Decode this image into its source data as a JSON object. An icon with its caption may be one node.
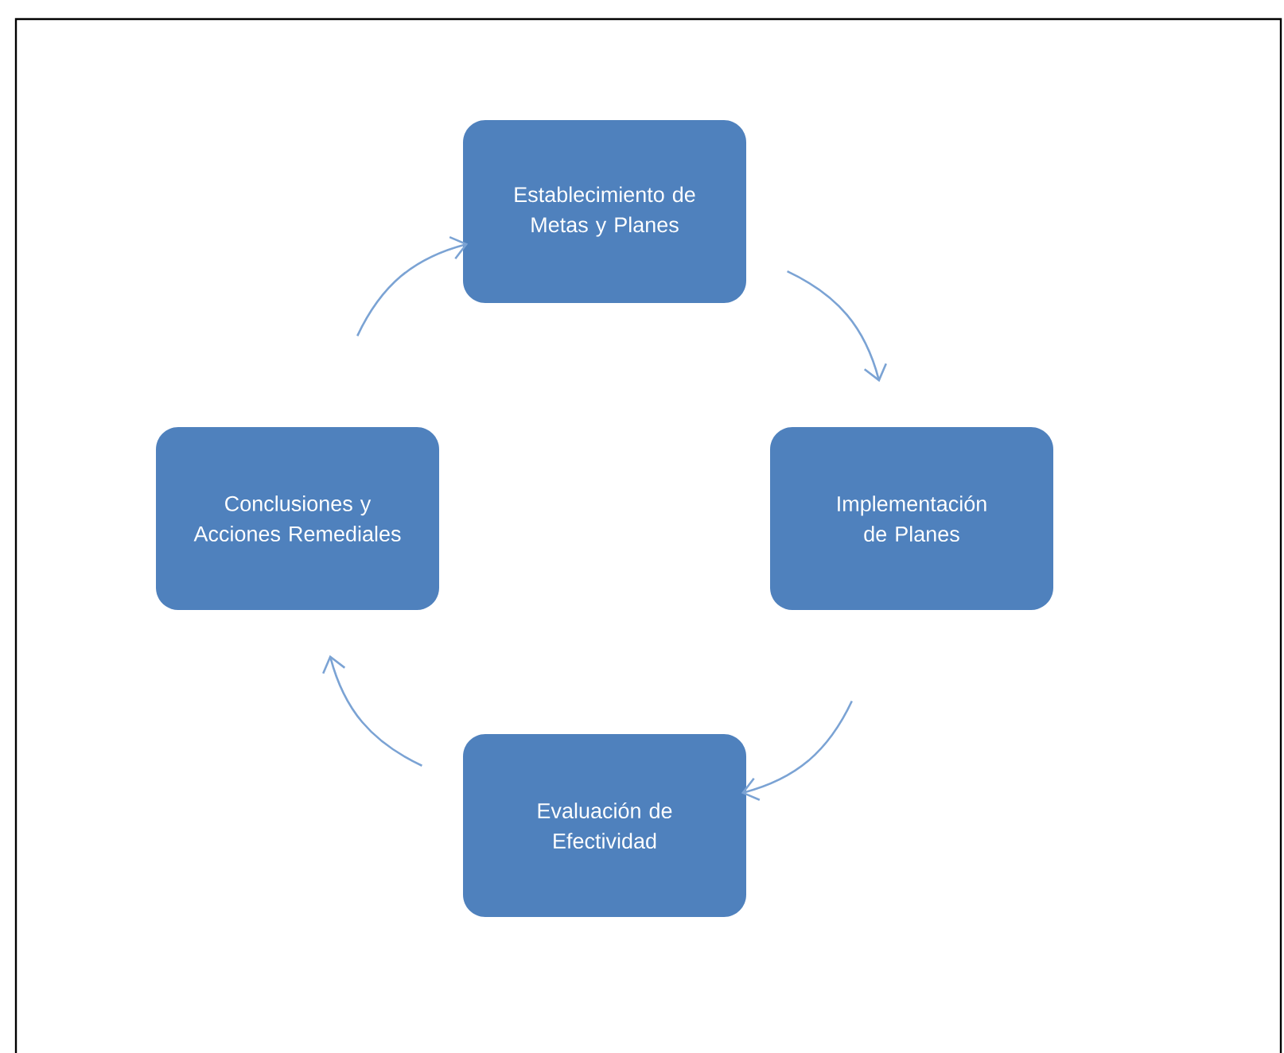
{
  "diagram": {
    "nodes": [
      {
        "text": [
          "Establecimiento de Metas y Planes"
        ]
      },
      {
        "text": [
          "Implementación de Planes"
        ]
      },
      {
        "text": [
          "Evaluación de Efectividad"
        ]
      },
      {
        "text": [
          "Conclusiones y Acciones Remediales"
        ]
      }
    ],
    "edges": [
      {
        "from": 0,
        "to": 1,
        "arrow": "to"
      },
      {
        "from": 1,
        "to": 2,
        "arrow": "to"
      },
      {
        "from": 2,
        "to": 3,
        "arrow": "to"
      },
      {
        "from": 3,
        "to": 0,
        "arrow": "to"
      }
    ]
  }
}
